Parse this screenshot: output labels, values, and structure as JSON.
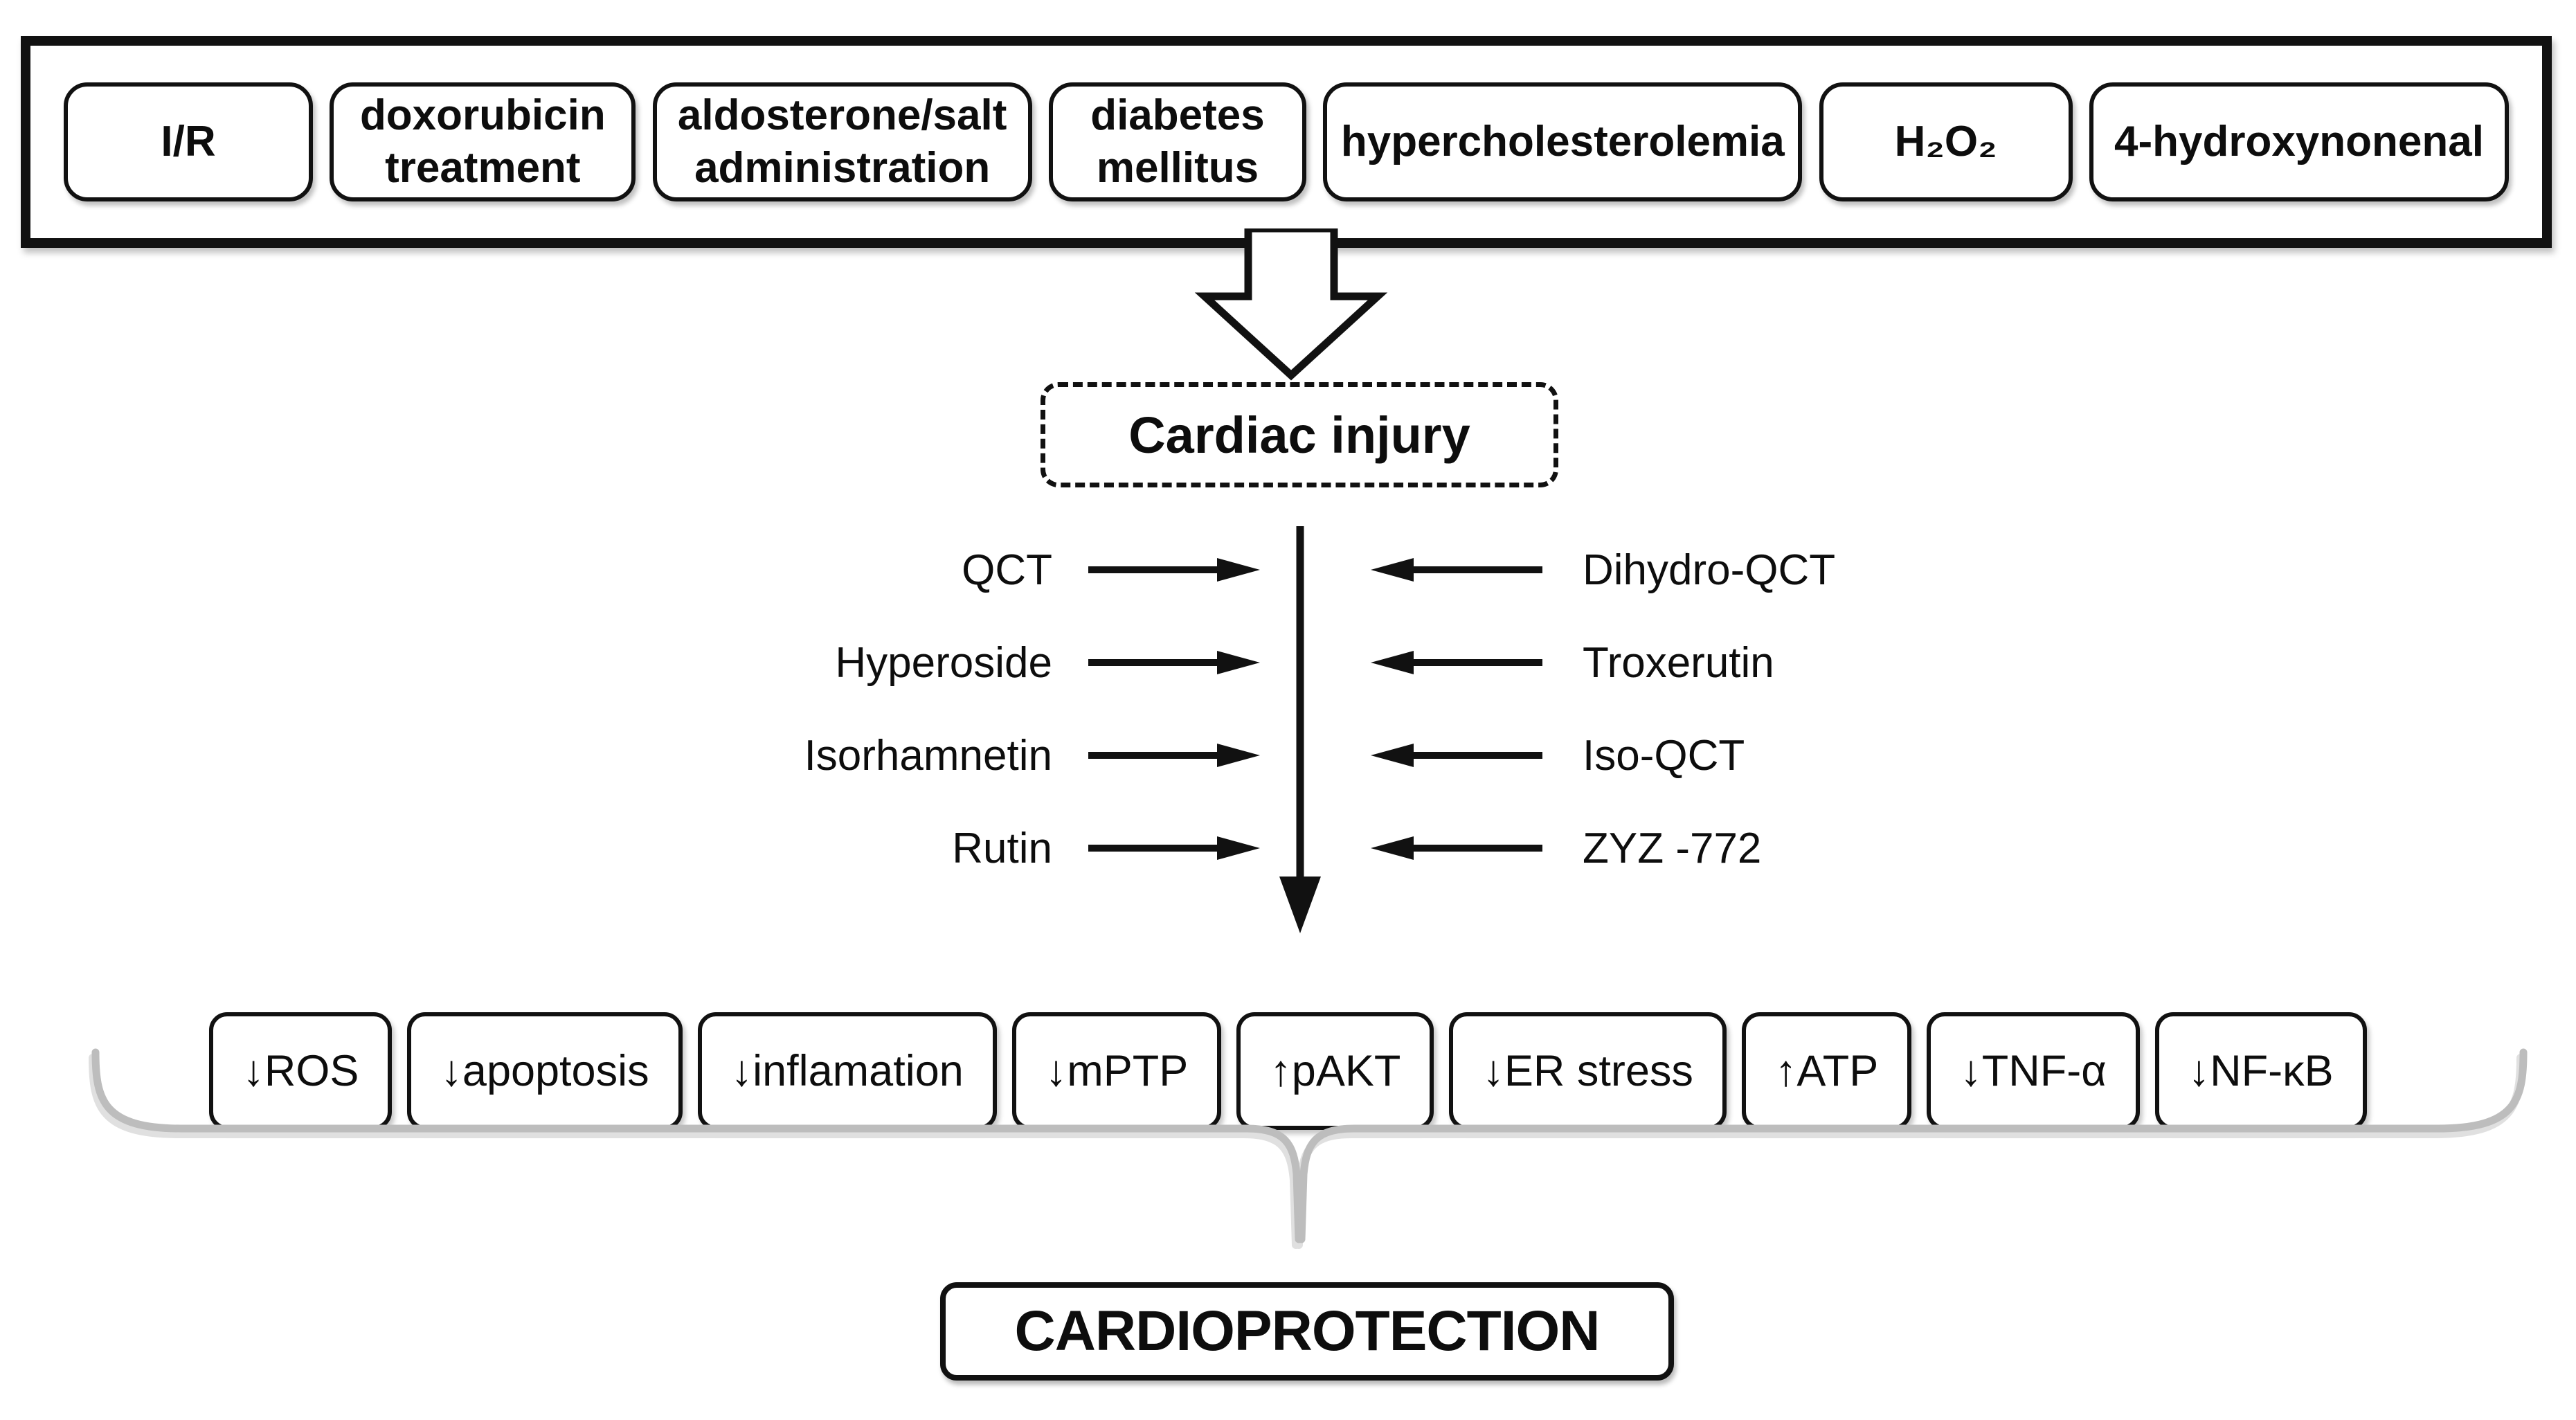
{
  "stressor_panel": {
    "boxes": [
      {
        "label": "I/R"
      },
      {
        "label": "doxorubicin treatment"
      },
      {
        "label": "aldosterone/salt administration"
      },
      {
        "label": "diabetes mellitus"
      },
      {
        "label": "hypercholesterolemia"
      },
      {
        "label": "H₂O₂"
      },
      {
        "label": "4-hydroxynonenal"
      }
    ]
  },
  "cardiac_injury": {
    "label": "Cardiac injury"
  },
  "mediators": {
    "left": [
      {
        "label": "QCT"
      },
      {
        "label": "Hyperoside"
      },
      {
        "label": "Isorhamnetin"
      },
      {
        "label": "Rutin"
      }
    ],
    "right": [
      {
        "label": "Dihydro-QCT"
      },
      {
        "label": "Troxerutin"
      },
      {
        "label": "Iso-QCT"
      },
      {
        "label": "ZYZ -772"
      }
    ]
  },
  "effects": {
    "boxes": [
      {
        "label": "↓ROS"
      },
      {
        "label": "↓apoptosis"
      },
      {
        "label": "↓inflamation"
      },
      {
        "label": "↓mPTP"
      },
      {
        "label": "↑pAKT"
      },
      {
        "label": "↓ER stress"
      },
      {
        "label": "↑ATP"
      },
      {
        "label": "↓TNF-α"
      },
      {
        "label": "↓NF-κB"
      }
    ]
  },
  "outcome": {
    "label": "CARDIOPROTECTION"
  },
  "colors": {
    "ink": "#111111",
    "brace": "#bdbdbd",
    "background": "#ffffff"
  }
}
